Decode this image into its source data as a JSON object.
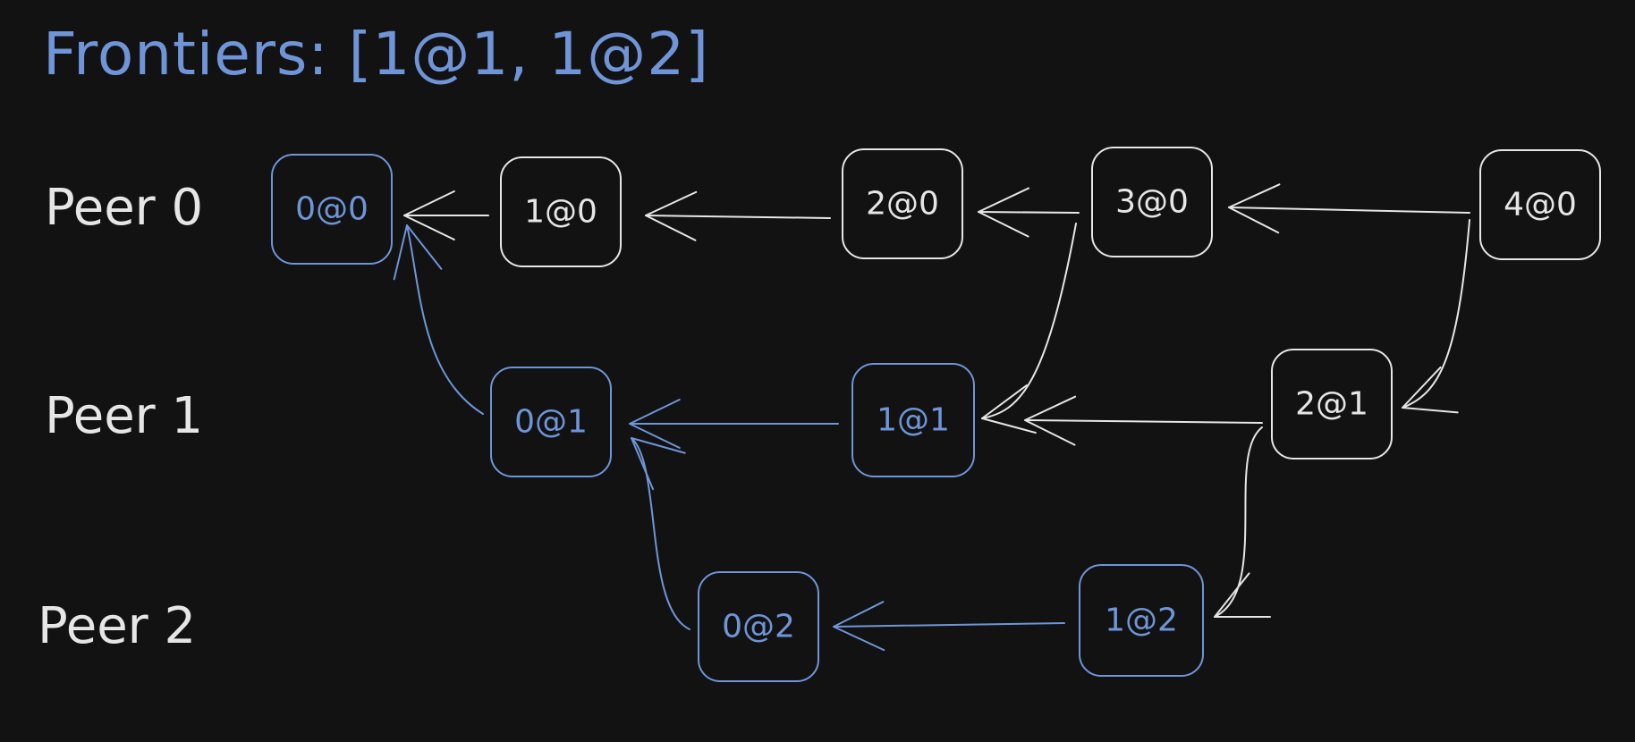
{
  "title": "Frontiers: [1@1, 1@2]",
  "peers": [
    "Peer 0",
    "Peer 1",
    "Peer 2"
  ],
  "colors": {
    "background": "#121212",
    "blue": "#6f95d8",
    "white": "#e6e6e6"
  },
  "nodes": [
    {
      "id": "0@0",
      "label": "0@0",
      "color": "blue",
      "frontier": false
    },
    {
      "id": "1@0",
      "label": "1@0",
      "color": "white",
      "frontier": false
    },
    {
      "id": "2@0",
      "label": "2@0",
      "color": "white",
      "frontier": false
    },
    {
      "id": "3@0",
      "label": "3@0",
      "color": "white",
      "frontier": false
    },
    {
      "id": "4@0",
      "label": "4@0",
      "color": "white",
      "frontier": false
    },
    {
      "id": "0@1",
      "label": "0@1",
      "color": "blue",
      "frontier": false
    },
    {
      "id": "1@1",
      "label": "1@1",
      "color": "blue",
      "frontier": true
    },
    {
      "id": "2@1",
      "label": "2@1",
      "color": "white",
      "frontier": false
    },
    {
      "id": "0@2",
      "label": "0@2",
      "color": "blue",
      "frontier": false
    },
    {
      "id": "1@2",
      "label": "1@2",
      "color": "blue",
      "frontier": true
    }
  ],
  "edges": [
    {
      "from": "1@0",
      "to": "0@0",
      "color": "white"
    },
    {
      "from": "2@0",
      "to": "1@0",
      "color": "white"
    },
    {
      "from": "3@0",
      "to": "2@0",
      "color": "white"
    },
    {
      "from": "4@0",
      "to": "3@0",
      "color": "white"
    },
    {
      "from": "3@0",
      "to": "1@1",
      "color": "white"
    },
    {
      "from": "4@0",
      "to": "2@1",
      "color": "white"
    },
    {
      "from": "2@1",
      "to": "1@1",
      "color": "white"
    },
    {
      "from": "2@1",
      "to": "1@2",
      "color": "white"
    },
    {
      "from": "1@1",
      "to": "0@1",
      "color": "blue"
    },
    {
      "from": "0@1",
      "to": "0@0",
      "color": "blue"
    },
    {
      "from": "1@2",
      "to": "0@2",
      "color": "blue"
    },
    {
      "from": "0@2",
      "to": "0@1",
      "color": "blue"
    }
  ]
}
